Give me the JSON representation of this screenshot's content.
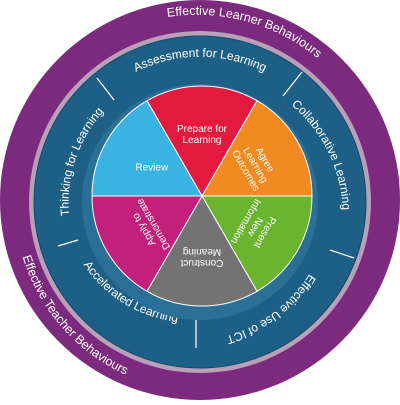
{
  "outer_ring": {
    "color": "#7b2a7d",
    "labels": [
      "Effective Learner Behaviours",
      "Effective Teacher Behaviours"
    ]
  },
  "middle_ring": {
    "color": "#1e5f86",
    "sections": [
      "Assessment for Learning",
      "Collaborative Learning",
      "Effective Use of ICT",
      "Accelerated Learning",
      "Thinking for Learning"
    ]
  },
  "cycle": {
    "segments": [
      {
        "label": "Prepare for Learning",
        "color": "#e3193f"
      },
      {
        "label": "Agree Learning Outcomes",
        "color": "#f28a22"
      },
      {
        "label": "Present New Information",
        "color": "#6ab430"
      },
      {
        "label": "Construct Meaning",
        "color": "#737373"
      },
      {
        "label": "Apply to Demonstrate",
        "color": "#c3207a"
      },
      {
        "label": "Review",
        "color": "#3ab3e3"
      }
    ]
  }
}
